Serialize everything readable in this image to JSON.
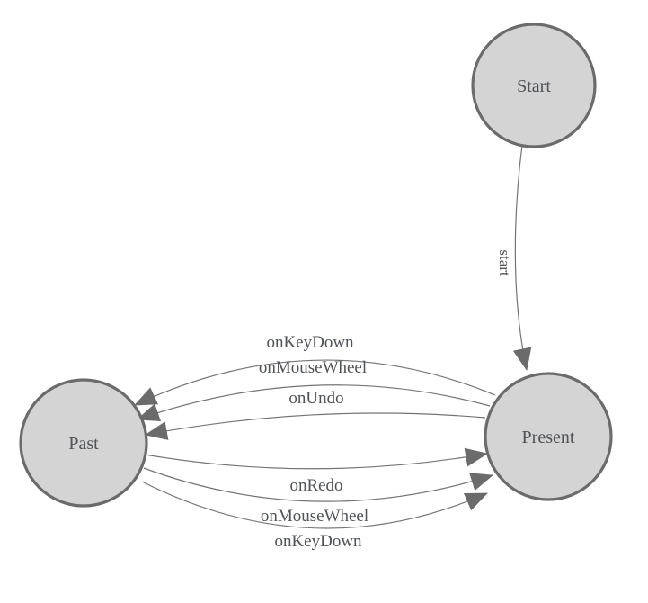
{
  "diagram": {
    "type": "state-machine",
    "background_color": "#ffffff",
    "colors": {
      "node_fill": "#d4d4d4",
      "node_stroke": "#6b6b6b",
      "edge_stroke": "#747474",
      "arrowhead_fill": "#6b6b6b",
      "text": "#4f5257"
    },
    "nodes": [
      {
        "id": "start",
        "label": "Start"
      },
      {
        "id": "present",
        "label": "Present"
      },
      {
        "id": "past",
        "label": "Past"
      }
    ],
    "edges": [
      {
        "from": "start",
        "to": "present",
        "label": "start"
      },
      {
        "from": "present",
        "to": "past",
        "label": "onKeyDown"
      },
      {
        "from": "present",
        "to": "past",
        "label": "onMouseWheel"
      },
      {
        "from": "present",
        "to": "past",
        "label": "onUndo"
      },
      {
        "from": "past",
        "to": "present",
        "label": "onRedo"
      },
      {
        "from": "past",
        "to": "present",
        "label": "onMouseWheel"
      },
      {
        "from": "past",
        "to": "present",
        "label": "onKeyDown"
      }
    ]
  }
}
